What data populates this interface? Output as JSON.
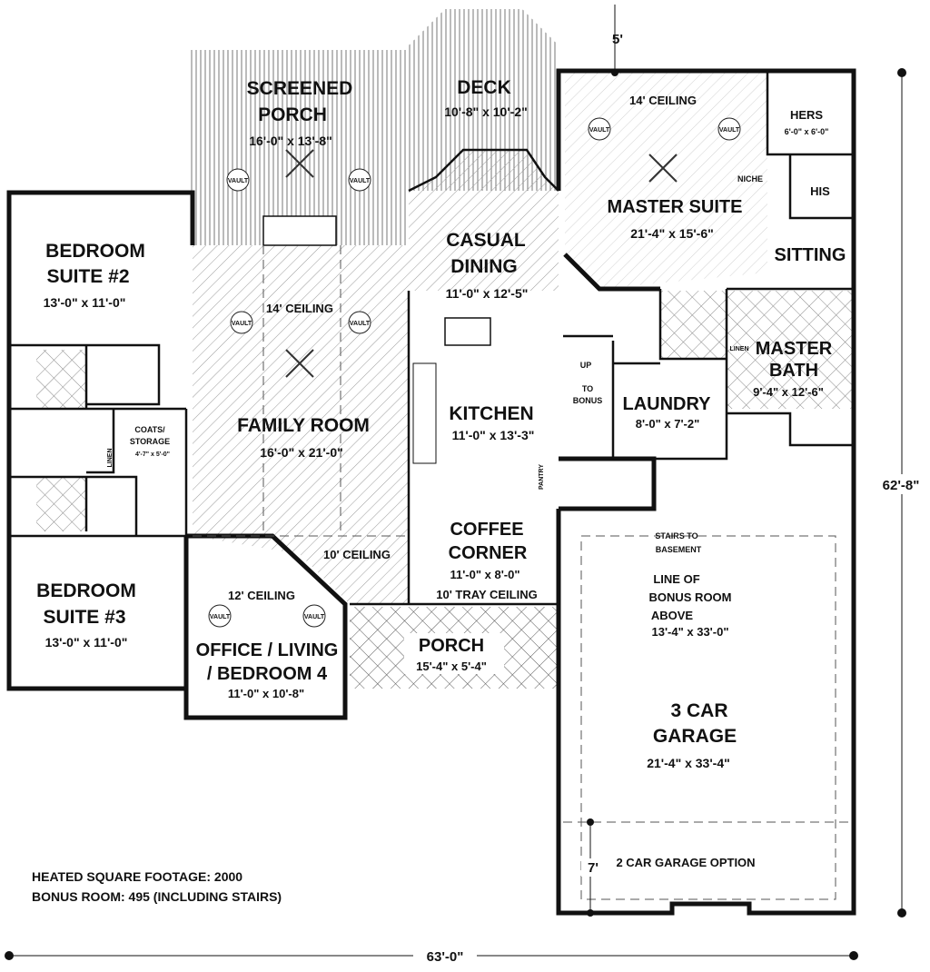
{
  "rooms": {
    "screened_porch": {
      "name_line1": "SCREENED",
      "name_line2": "PORCH",
      "size": "16'-0\" x 13'-8\""
    },
    "deck": {
      "name": "DECK",
      "size": "10'-8\" x 10'-2\""
    },
    "master_suite": {
      "name": "MASTER SUITE",
      "size": "21'-4\" x 15'-6\"",
      "ceiling": "14' CEILING"
    },
    "hers": {
      "name": "HERS",
      "size": "6'-0\" x 6'-0\""
    },
    "his": {
      "name": "HIS"
    },
    "niche": {
      "name": "NICHE"
    },
    "sitting": {
      "name": "SITTING"
    },
    "bedroom_suite_2": {
      "name_line1": "BEDROOM",
      "name_line2": "SUITE #2",
      "size": "13'-0\" x 11'-0\""
    },
    "casual_dining": {
      "name_line1": "CASUAL",
      "name_line2": "DINING",
      "size": "11'-0\" x 12'-5\""
    },
    "family_room": {
      "name": "FAMILY ROOM",
      "size": "16'-0\" x 21'-0\"",
      "ceiling": "14' CEILING",
      "ceiling_2": "10' CEILING"
    },
    "kitchen": {
      "name": "KITCHEN",
      "size": "11'-0\" x 13'-3\""
    },
    "laundry": {
      "name": "LAUNDRY",
      "size": "8'-0\" x 7'-2\""
    },
    "master_bath": {
      "name_line1": "MASTER",
      "name_line2": "BATH",
      "size": "9'-4\" x 12'-6\""
    },
    "coats_storage": {
      "name_line1": "COATS/",
      "name_line2": "STORAGE",
      "size": "4'-7\" x 5'-0\""
    },
    "linen": "LINEN",
    "pantry": "PANTRY",
    "up_to_bonus": {
      "line1": "UP",
      "line2": "TO",
      "line3": "BONUS"
    },
    "coffee_corner": {
      "name_line1": "COFFEE",
      "name_line2": "CORNER",
      "size": "11'-0\" x 8'-0\"",
      "ceiling": "10' TRAY CEILING"
    },
    "bedroom_suite_3": {
      "name_line1": "BEDROOM",
      "name_line2": "SUITE #3",
      "size": "13'-0\" x 11'-0\""
    },
    "office": {
      "name_line1": "OFFICE / LIVING",
      "name_line2": "/ BEDROOM 4",
      "size": "11'-0\" x 10'-8\"",
      "ceiling": "12' CEILING"
    },
    "porch": {
      "name": "PORCH",
      "size": "15'-4\" x 5'-4\""
    },
    "garage": {
      "name_line1": "3 CAR",
      "name_line2": "GARAGE",
      "size": "21'-4\" x 33'-4\"",
      "option": "2 CAR GARAGE OPTION"
    },
    "stairs_to_basement": {
      "line1": "STAIRS TO",
      "line2": "BASEMENT"
    },
    "bonus_room_line": {
      "line1": "LINE OF",
      "line2": "BONUS ROOM",
      "line3": "ABOVE",
      "size": "13'-4\" x 33'-0\""
    }
  },
  "vault_label": "VAULT",
  "dimensions": {
    "top": "5'",
    "right": "62'-8\"",
    "bottom": "63'-0\"",
    "garage_option": "7'"
  },
  "notes": {
    "heated_footage": "HEATED SQUARE FOOTAGE: 2000",
    "bonus_room": "BONUS ROOM: 495 (INCLUDING STAIRS)"
  }
}
